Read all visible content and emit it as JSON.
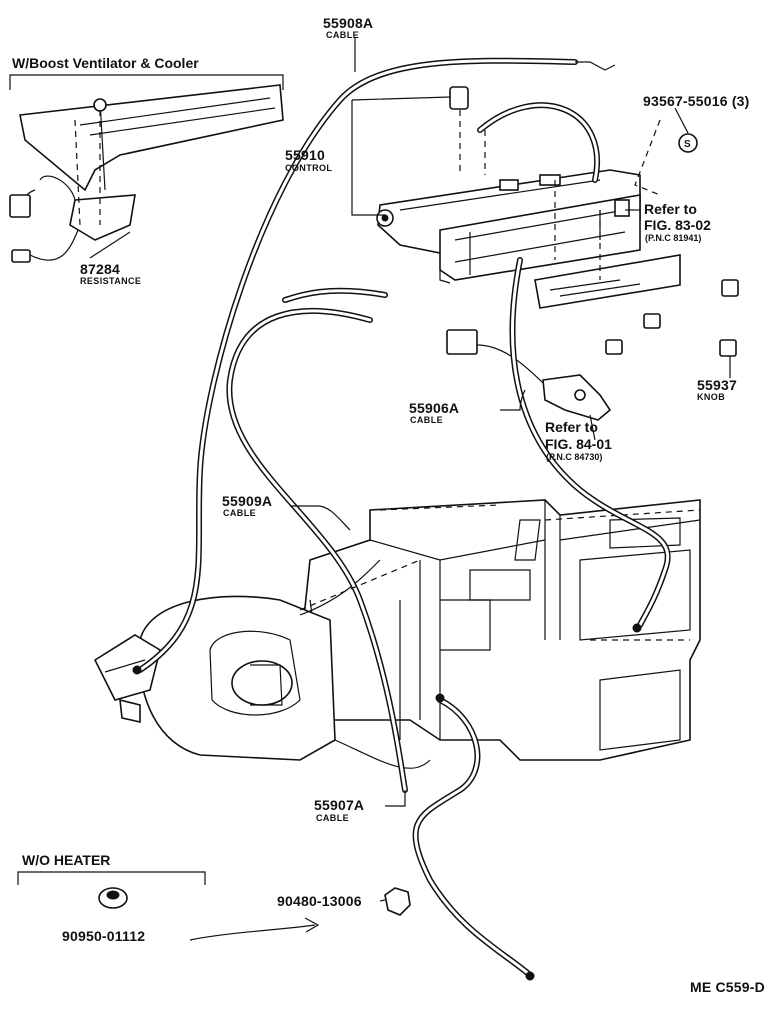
{
  "labels": {
    "cable_55908A": {
      "pn": "55908A",
      "name": "CABLE"
    },
    "bolt_93567": {
      "pn": "93567-55016 (3)"
    },
    "control_55910": {
      "pn": "55910",
      "name": "CONTROL"
    },
    "refer_83": {
      "line1": "Refer to",
      "line2": "FIG. 83-02",
      "pnc": "(P.N.C 81941)"
    },
    "resistance_87284": {
      "pn": "87284",
      "name": "RESISTANCE"
    },
    "knob_55937": {
      "pn": "55937",
      "name": "KNOB"
    },
    "cable_55906A": {
      "pn": "55906A",
      "name": "CABLE"
    },
    "refer_84": {
      "line1": "Refer to",
      "line2": "FIG. 84-01",
      "pnc": "(P.N.C 84730)"
    },
    "cable_55909A": {
      "pn": "55909A",
      "name": "CABLE"
    },
    "cable_55907A": {
      "pn": "55907A",
      "name": "CABLE"
    },
    "clip_90480": {
      "pn": "90480-13006"
    },
    "grommet_90950": {
      "pn": "90950-01112"
    }
  },
  "callouts": {
    "boost": "W/Boost Ventilator & Cooler",
    "wo_heater": "W/O HEATER"
  },
  "figure_code": "ME C559-D",
  "colors": {
    "ink": "#111111",
    "paper": "#ffffff"
  }
}
